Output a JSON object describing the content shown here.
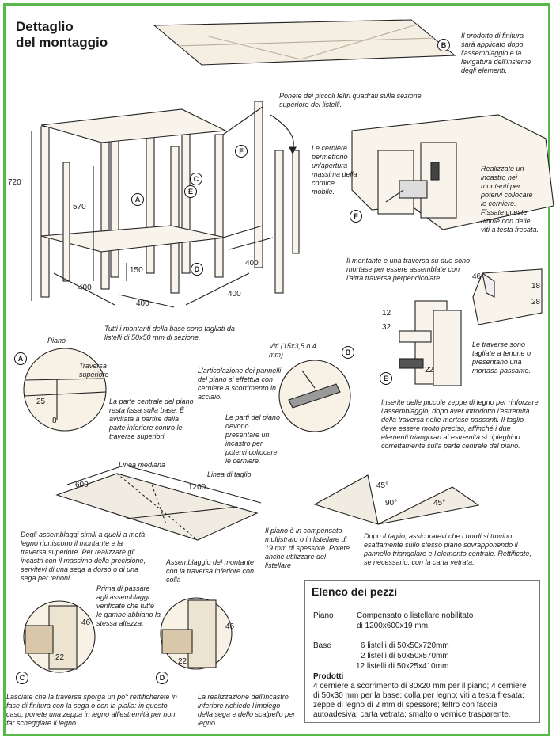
{
  "title": {
    "line1": "Dettaglio",
    "line2": "del montaggio"
  },
  "notes": {
    "finish": "Il prodotto di finitura sarà applicato dopo l'assemblaggio e la levigatura dell'insieme degli elementi.",
    "felt": "Ponete dei piccoli feltri quadrati sulla sezione superiore dei listelli.",
    "hinges": "Le cerniere permettono un'apertura massima della cornice mobile.",
    "recess": "Realizzate un incastro nei montanti per potervi collocare le cerniere. Fissate queste ultime con delle viti a testa fresata.",
    "base": "Tutti i montanti della base sono tagliati da listelli di 50x50 mm di sezione.",
    "mortise": "Il montante e una traversa su due sono mortase per essere assemblate con l'altra traversa perpendicolare",
    "tenon": "Le traverse sono tagliate a tenone o presentano una mortasa passante.",
    "central": "La parte centrale del piano resta fissa sulla base. È avvitata a partire dalla parte inferiore contro le traverse superiori.",
    "articulation": "L'articolazione dei pannelli del piano si effettua con cerniere a scorrimento in acciaio.",
    "panel_parts": "Le parti del piano devono presentare un incastro per potervi collocare le cerniere.",
    "wedges": "Inserite delle piccole zeppe di legno per rinforzare l'assemblaggio, dopo aver introdotto l'estremità della traversa nelle mortase passanti. Il taglio deve essere molto preciso, affinché i due elementi triangolari ai estremità si ripieghino correttamente sulla parte centrale del piano.",
    "halflap": "Degli assemblaggi simili a quelli a metà legno riuniscono il montante e la traversa superiore. Per realizzare gli incastri con il massimo della precisione, servitevi di una sega a dorso o di una sega per tenoni.",
    "plywood": "Il piano è in compensato multistrato o in listellare di 19 mm di spessore. Potete anche utilizzare del listellare",
    "edges": "Dopo il taglio, assicuratevi che i bordi si trovino esattamente sullo stesso piano sovrapponendo il pannello triangolare e l'elemento centrale. Rettificate, se necessario, con la carta vetrata.",
    "lower_joint": "Assemblaggio del montante con la traversa inferiore con colla",
    "legs_check": "Prima di passare agli assemblaggi verificate che tutte le gambe abbiano la stessa altezza.",
    "protrude": "Lasciate che la traversa sporga un po': rettificherete in fase di finitura con la sega o con la pialla: in questo caso, ponete una zeppa in legno all'estremità per non far scheggiare il legno.",
    "saw": "La realizzazione dell'incastro inferiore richiede l'impiego della sega e dello scalpello per legno."
  },
  "labels": {
    "piano": "Piano",
    "traversa": "Traversa superiore",
    "viti": "Viti (15x3,5 o 4 mm)",
    "linea_mediana": "Linea mediana",
    "linea_taglio": "Linea di taglio"
  },
  "markers": {
    "a": "A",
    "b": "B",
    "c": "C",
    "d": "D",
    "e": "E",
    "f": "F"
  },
  "dims": {
    "d720": "720",
    "d570": "570",
    "d150": "150",
    "d400a": "400",
    "d400b": "400",
    "d400c": "400",
    "d400d": "400",
    "d25": "25",
    "d8": "8",
    "d12": "12",
    "d32": "32",
    "d22a": "22",
    "d46a": "46",
    "d18": "18",
    "d28": "28",
    "d600": "600",
    "d1200": "1200",
    "a45a": "45°",
    "a90": "90°",
    "a45b": "45°",
    "d46b": "46",
    "d22b": "22",
    "d46c": "46",
    "d22c": "22"
  },
  "parts": {
    "heading": "Elenco dei pezzi",
    "piano_label": "Piano",
    "piano_desc1": "Compensato o listellare nobilitato",
    "piano_desc2": "di 1200x600x19 mm",
    "base_label": "Base",
    "base1": "6 listelli di 50x50x720mm",
    "base2": "2 listelli di 50x50x570mm",
    "base3": "12 listelli di 50x25x410mm",
    "prodotti_label": "Prodotti",
    "prodotti_text": "4 cerniere a scorrimento di 80x20 mm per il piano; 4 cerniere di 50x30 mm per la base; colla per legno; viti a testa fresata; zeppe di legno di 2 mm di spessore; feltro con faccia autoadesiva; carta vetrata; smalto o vernice trasparente."
  }
}
